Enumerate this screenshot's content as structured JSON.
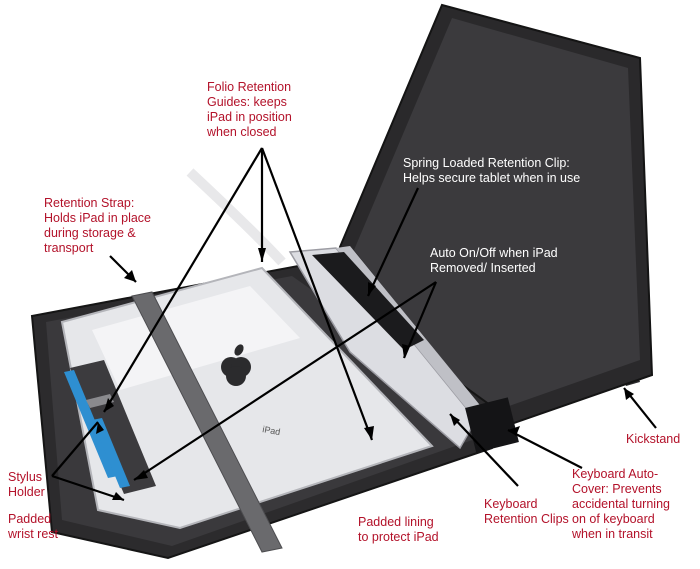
{
  "colors": {
    "label_red": "#b3122a",
    "label_white": "#ffffff",
    "case_black": "#2b2a2c",
    "case_inner": "#3a393c",
    "ipad_silver": "#e9e9ec",
    "strap_gray": "#6a6a6d",
    "stylus_blue": "#2e8fd1"
  },
  "device_text": {
    "ipad_logo_text": "iPad"
  },
  "callouts": {
    "folio_retention": "Folio Retention\nGuides: keeps\niPad in position\nwhen closed",
    "retention_strap": "Retention Strap:\nHolds iPad in place\nduring storage &\ntransport",
    "spring_clip": "Spring Loaded Retention Clip:\nHelps secure tablet when in use",
    "auto_on_off": "Auto On/Off when iPad\nRemoved/ Inserted",
    "kickstand": "Kickstand",
    "stylus_holder": "Stylus\nHolder",
    "padded_wrist": "Padded\nwrist rest",
    "padded_lining": "Padded lining\nto protect iPad",
    "keyboard_clips": "Keyboard\nRetention Clips",
    "keyboard_cover": "Keyboard Auto-\nCover: Prevents\naccidental turning\non of keyboard\nwhen in transit"
  }
}
